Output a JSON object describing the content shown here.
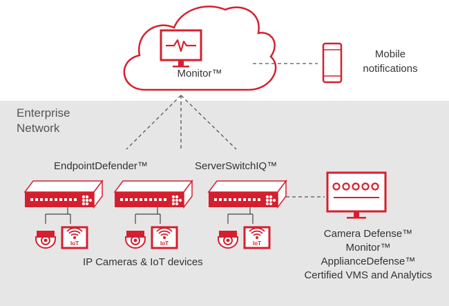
{
  "colors": {
    "accent": "#d51f2e",
    "enterprise_bg": "#e6e6e6",
    "text": "#333333",
    "dash": "#555555"
  },
  "cloud": {
    "label": "Monitor™",
    "icon": "monitor-heartbeat-icon"
  },
  "mobile": {
    "label_line1": "Mobile",
    "label_line2": "notifications",
    "icon": "smartphone-icon"
  },
  "enterprise": {
    "label_line1": "Enterprise",
    "label_line2": "Network"
  },
  "devices": {
    "endpoint_label": "EndpointDefender™",
    "serverswitch_label": "ServerSwitchIQ™",
    "iot_caption": "IP Cameras & IoT devices",
    "iot_badge": "IoT"
  },
  "vms": {
    "line1": "Camera Defense™",
    "line2": "Monitor™",
    "line3": "ApplianceDefense™",
    "line4": "Certified VMS and Analytics",
    "icon": "vms-monitor-icon"
  }
}
